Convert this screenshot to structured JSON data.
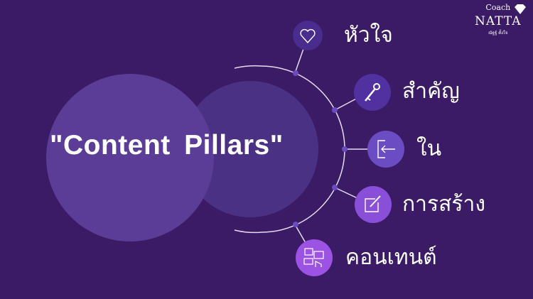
{
  "title": "\"Content  Pillars\"",
  "logo": {
    "line1": "Coach",
    "line2": "NATTA",
    "line3": "ณัฐฐ์ ตั้งใจ"
  },
  "items": [
    {
      "label": "หัวใจ",
      "icon": "heart-icon",
      "color": "#4a2b8e"
    },
    {
      "label": "สำคัญ",
      "icon": "key-icon",
      "color": "#5131a0"
    },
    {
      "label": "ใน",
      "icon": "sign-in-icon",
      "color": "#6c4cc2"
    },
    {
      "label": "การสร้าง",
      "icon": "edit-icon",
      "color": "#8a4fd8"
    },
    {
      "label": "คอนเทนต์",
      "icon": "content-media-icon",
      "color": "#9c52e2"
    }
  ],
  "colors": {
    "background": "#3b1a66",
    "big_circle": "#5b3c96",
    "small_circle": "#4b3183"
  }
}
